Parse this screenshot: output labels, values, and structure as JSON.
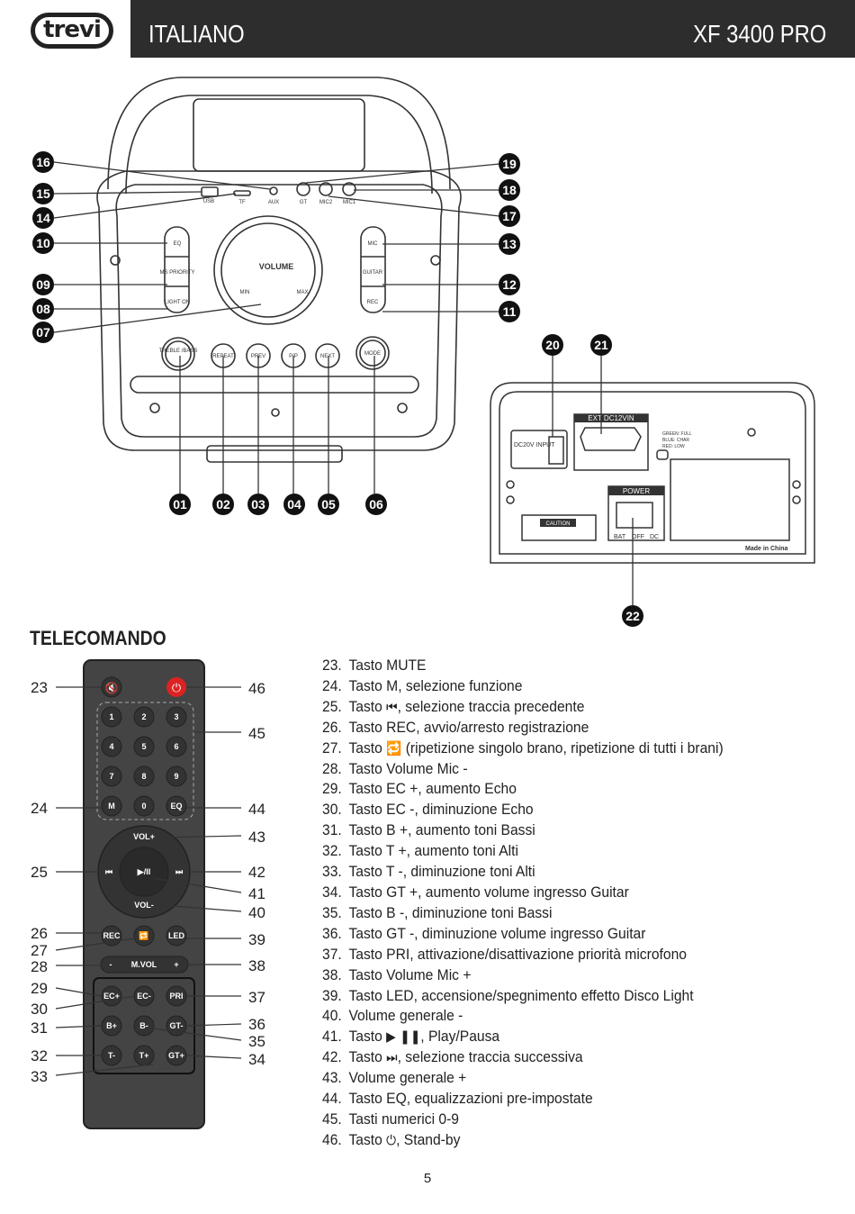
{
  "header": {
    "logo": "trevi",
    "language": "ITALIANO",
    "model": "XF 3400 PRO"
  },
  "speaker": {
    "labels": {
      "usb": "USB",
      "tf": "TF",
      "aux": "AUX",
      "gt": "GT",
      "mic2": "MIC2",
      "mic1": "MIC1",
      "eq": "EQ",
      "ms_priority": "MS PRIORITY",
      "light": "LIGHT ON",
      "mic": "MIC",
      "guitar": "GUITAR",
      "rec": "REC",
      "volume": "VOLUME",
      "min": "MIN",
      "max": "MAX",
      "treble_bass": "TREBLE /BASS",
      "repeat": "REPEAT",
      "prev": "PREV",
      "pp": "P/P",
      "next": "NEXT",
      "mode": "MODE"
    },
    "callouts": [
      "01",
      "02",
      "03",
      "04",
      "05",
      "06",
      "07",
      "08",
      "09",
      "10",
      "11",
      "12",
      "13",
      "14",
      "15",
      "16",
      "17",
      "18",
      "19"
    ]
  },
  "back_panel": {
    "callouts": [
      "20",
      "21",
      "22"
    ],
    "ext_label": "EXT DC12VIN",
    "dc_input": "DC20V INPUT",
    "led_legend": [
      "GREEN: FULL",
      "BLUE: CHAR",
      "RED: LOW"
    ],
    "power": "POWER",
    "switch": [
      "BAT",
      "OFF",
      "DC"
    ],
    "caution": "CAUTION",
    "made_in": "Made in China"
  },
  "remote_section": {
    "title": "TELECOMANDO",
    "keys": {
      "numbers": [
        "1",
        "2",
        "3",
        "4",
        "5",
        "6",
        "7",
        "8",
        "9"
      ],
      "m": "M",
      "zero": "0",
      "eq": "EQ",
      "vol_plus": "VOL+",
      "vol_minus": "VOL-",
      "play": "▶/II",
      "rec": "REC",
      "led": "LED",
      "mvol": "M.VOL",
      "minus": "-",
      "plus": "+",
      "ec_plus": "EC+",
      "ec_minus": "EC-",
      "pri": "PRI",
      "b_plus": "B+",
      "b_minus": "B-",
      "gt_minus": "GT-",
      "t_minus": "T-",
      "t_plus": "T+",
      "gt_plus": "GT+"
    },
    "left_callouts": [
      "23",
      "24",
      "25",
      "26",
      "27",
      "28",
      "29",
      "30",
      "31",
      "32",
      "33"
    ],
    "right_callouts": [
      "46",
      "45",
      "44",
      "43",
      "42",
      "41",
      "40",
      "39",
      "38",
      "37",
      "36",
      "35",
      "34"
    ]
  },
  "legend": [
    {
      "num": "23.",
      "text": "Tasto MUTE"
    },
    {
      "num": "24.",
      "text": "Tasto M, selezione funzione"
    },
    {
      "num": "25.",
      "pre": "Tasto ",
      "icon": "⏮",
      "text": ", selezione traccia precedente"
    },
    {
      "num": "26.",
      "text": "Tasto REC, avvio/arresto registrazione"
    },
    {
      "num": "27.",
      "pre": "Tasto ",
      "icon": "🔁",
      "text": " (ripetizione singolo brano, ripetizione di tutti i brani)"
    },
    {
      "num": "28.",
      "text": "Tasto Volume Mic -"
    },
    {
      "num": "29.",
      "text": "Tasto EC +, aumento Echo"
    },
    {
      "num": "30.",
      "text": "Tasto EC -, diminuzione Echo"
    },
    {
      "num": "31.",
      "text": "Tasto B +, aumento toni Bassi"
    },
    {
      "num": "32.",
      "text": "Tasto T +, aumento toni Alti"
    },
    {
      "num": "33.",
      "text": "Tasto T -, diminuzione toni Alti"
    },
    {
      "num": "34.",
      "text": "Tasto GT +, aumento volume ingresso Guitar"
    },
    {
      "num": "35.",
      "text": "Tasto B -, diminuzione toni Bassi"
    },
    {
      "num": "36.",
      "text": "Tasto GT -, diminuzione volume ingresso Guitar"
    },
    {
      "num": "37.",
      "text": "Tasto PRI, attivazione/disattivazione priorità microfono"
    },
    {
      "num": "38.",
      "text": "Tasto Volume Mic +"
    },
    {
      "num": "39.",
      "text": "Tasto LED, accensione/spegnimento effetto Disco Light"
    },
    {
      "num": "40.",
      "text": "Volume generale -"
    },
    {
      "num": "41.",
      "pre": "Tasto ",
      "icon": "▶ ❚❚",
      "text": ", Play/Pausa"
    },
    {
      "num": "42.",
      "pre": "Tasto ",
      "icon": "⏭",
      "text": ", selezione traccia successiva"
    },
    {
      "num": "43.",
      "text": "Volume generale +"
    },
    {
      "num": "44.",
      "text": "Tasto EQ, equalizzazioni pre-impostate"
    },
    {
      "num": "45.",
      "text": "Tasti numerici 0-9"
    },
    {
      "num": "46.",
      "pre": "Tasto ",
      "icon": "⏻",
      "text": ", Stand-by"
    }
  ],
  "page": {
    "number": "5"
  }
}
